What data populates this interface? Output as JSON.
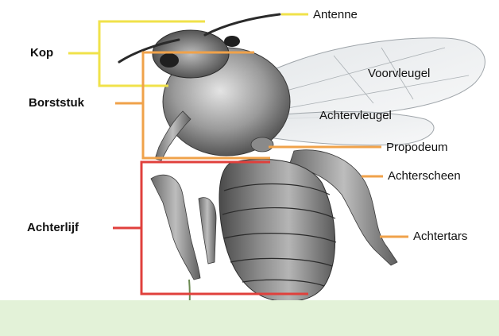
{
  "diagram": {
    "left_labels": {
      "kop": "Kop",
      "borststuk": "Borststuk",
      "achterlijf": "Achterlijf"
    },
    "right_labels": {
      "antenne": "Antenne",
      "propodeum": "Propodeum",
      "achterscheen": "Achterscheen",
      "achtertars": "Achtertars"
    },
    "wing_labels": {
      "voorvleugel": "Voorvleugel",
      "achtervleugel": "Achtervleugel"
    },
    "colors": {
      "kop": "#f0e24a",
      "borststuk": "#f0a24a",
      "achterlijf": "#e0403c",
      "leader_orange": "#f0a24a",
      "leader_yellow": "#f0e24a",
      "footer": "#e3f2d8"
    },
    "illustration": "bee-anatomy-illustration"
  }
}
